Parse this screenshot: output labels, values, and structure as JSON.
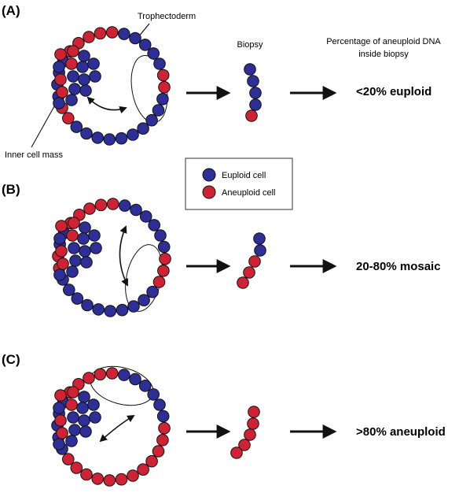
{
  "colors": {
    "euploid": "#2e2f96",
    "aneuploid": "#cf2335",
    "stroke": "#111111"
  },
  "labels": {
    "trophectoderm": "Trophectoderm",
    "inner_cell_mass": "Inner cell mass",
    "biopsy": "Biopsy",
    "percentage_line1": "Percentage of aneuploid DNA",
    "percentage_line2": "inside biopsy"
  },
  "legend": {
    "euploid_label": "Euploid cell",
    "aneuploid_label": "Aneuploid cell"
  },
  "panels": [
    {
      "label": "(A)",
      "result": "<20% euploid",
      "ring": [
        "A",
        "A",
        "A",
        "A",
        "A",
        "E",
        "E",
        "E",
        "E",
        "E",
        "A",
        "A",
        "E",
        "E",
        "E",
        "E",
        "E",
        "E",
        "E",
        "E",
        "E",
        "E",
        "A",
        "A",
        "E",
        "E",
        "E",
        "E"
      ],
      "icm": [
        "A",
        "A",
        "E",
        "E",
        "A",
        "E",
        "E",
        "A",
        "E",
        "E",
        "E",
        "A",
        "E",
        "E",
        "E",
        "E"
      ],
      "biopsy": [
        "E",
        "E",
        "E",
        "E",
        "A"
      ]
    },
    {
      "label": "(B)",
      "result": "20-80% mosaic",
      "ring": [
        "A",
        "A",
        "A",
        "A",
        "A",
        "E",
        "E",
        "E",
        "E",
        "E",
        "E",
        "A",
        "A",
        "A",
        "E",
        "E",
        "E",
        "E",
        "E",
        "E",
        "E",
        "E",
        "E",
        "E",
        "A",
        "A",
        "E",
        "E"
      ],
      "icm": [
        "A",
        "A",
        "E",
        "E",
        "A",
        "E",
        "E",
        "A",
        "E",
        "E",
        "E",
        "A",
        "E",
        "E",
        "E",
        "E"
      ],
      "biopsy": [
        "E",
        "E",
        "A",
        "A",
        "A"
      ]
    },
    {
      "label": "(C)",
      "result": ">80% aneuploid",
      "ring": [
        "A",
        "A",
        "A",
        "A",
        "A",
        "E",
        "E",
        "E",
        "E",
        "E",
        "E",
        "A",
        "A",
        "A",
        "A",
        "A",
        "A",
        "A",
        "A",
        "A",
        "A",
        "A",
        "A",
        "E",
        "E",
        "E",
        "E",
        "E"
      ],
      "icm": [
        "A",
        "A",
        "E",
        "E",
        "A",
        "E",
        "E",
        "A",
        "E",
        "E",
        "E",
        "A",
        "E",
        "E",
        "E",
        "E"
      ],
      "biopsy": [
        "A",
        "A",
        "A",
        "A",
        "A"
      ]
    }
  ]
}
